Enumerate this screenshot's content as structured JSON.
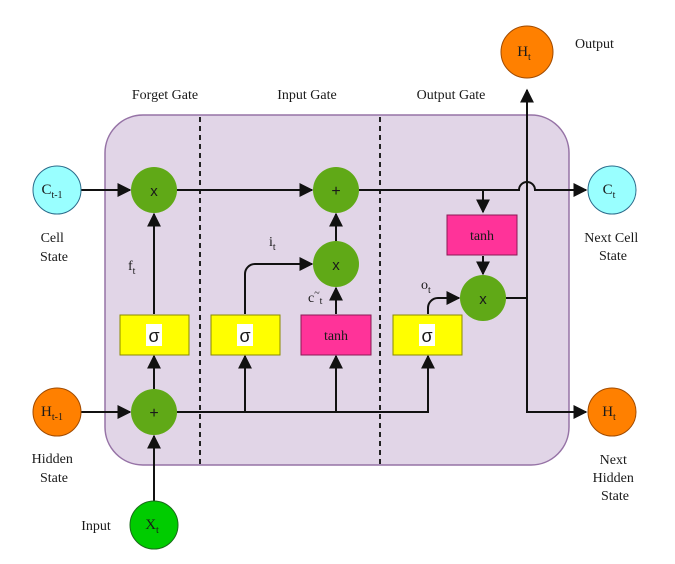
{
  "gate_labels": {
    "forget": "Forget Gate",
    "input": "Input Gate",
    "output": "Output Gate"
  },
  "side_labels": {
    "output": "Output",
    "cell_state": [
      "Cell",
      "State"
    ],
    "hidden_state": [
      "Hidden",
      "State"
    ],
    "next_cell_state": [
      "Next Cell",
      "State"
    ],
    "next_hidden_state": [
      "Next",
      "Hidden",
      "State"
    ],
    "input": "Input"
  },
  "nodes": {
    "c_prev": {
      "main": "C",
      "sub": "t-1"
    },
    "h_prev": {
      "main": "H",
      "sub": "t-1"
    },
    "x_t": {
      "main": "X",
      "sub": "t"
    },
    "c_next": {
      "main": "C",
      "sub": "t"
    },
    "h_next": {
      "main": "H",
      "sub": "t"
    },
    "h_out": {
      "main": "H",
      "sub": "t"
    }
  },
  "ops": {
    "forget_mult": "x",
    "cell_add": "+",
    "input_mult": "x",
    "output_mult": "x",
    "input_add": "+"
  },
  "blocks": {
    "sigma_forget": "σ",
    "sigma_input": "σ",
    "tanh_input": "tanh",
    "sigma_output": "σ",
    "tanh_output": "tanh"
  },
  "wire_labels": {
    "f": {
      "main": "f",
      "sub": "t"
    },
    "i": {
      "main": "i",
      "sub": "t"
    },
    "c_tilde": {
      "main": "c",
      "tilde": "~",
      "sub": "t"
    },
    "o": {
      "main": "o",
      "sub": "t"
    }
  },
  "colors": {
    "cell_bg": "#e1d5e7",
    "cell_border": "#9673a6",
    "op_green": "#60a917",
    "sigma_yellow": "#ffff00",
    "tanh_pink": "#ff3399",
    "cell_cyan": "#99ffff",
    "hidden_orange": "#ff8000",
    "input_green": "#00cc00"
  }
}
